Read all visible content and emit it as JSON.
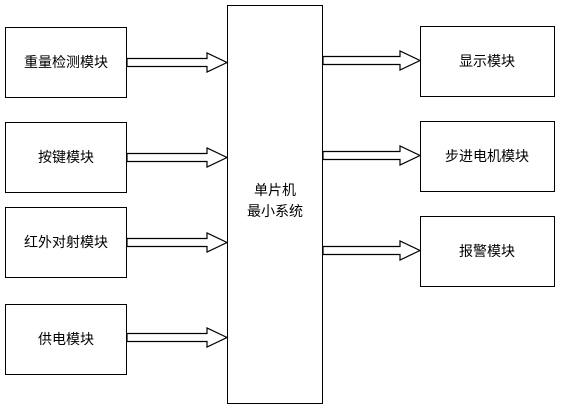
{
  "inputs": {
    "weight_detection": "重量检测模块",
    "keypad": "按键模块",
    "infrared": "红外对射模块",
    "power_supply": "供电模块"
  },
  "mcu": {
    "line1": "单片机",
    "line2": "最小系统"
  },
  "outputs": {
    "display": "显示模块",
    "stepper_motor": "步进电机模块",
    "alarm": "报警模块"
  }
}
